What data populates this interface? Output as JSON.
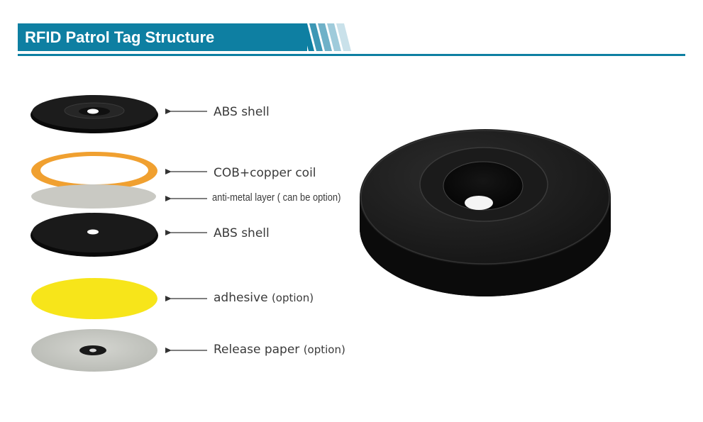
{
  "header": {
    "title": "RFID Patrol Tag Structure",
    "accent_color": "#0e7fa2"
  },
  "layers": [
    {
      "id": "abs-shell-top",
      "label": "ABS shell",
      "option": "",
      "color": "#111111"
    },
    {
      "id": "cob-copper-coil",
      "label": "COB+copper coil",
      "option": "",
      "color": "#f0a030"
    },
    {
      "id": "anti-metal-layer",
      "label": "anti-metal layer ( can be option)",
      "option": "",
      "color": "#c9c9c3"
    },
    {
      "id": "abs-shell-bottom",
      "label": "ABS shell",
      "option": "",
      "color": "#111111"
    },
    {
      "id": "adhesive",
      "label": "adhesive",
      "option": "(option)",
      "color": "#f7e51a"
    },
    {
      "id": "release-paper",
      "label": "Release paper",
      "option": "(option)",
      "color": "#c4c6c1"
    }
  ],
  "product_image": {
    "name": "assembled-patrol-tag",
    "color": "#141414"
  }
}
